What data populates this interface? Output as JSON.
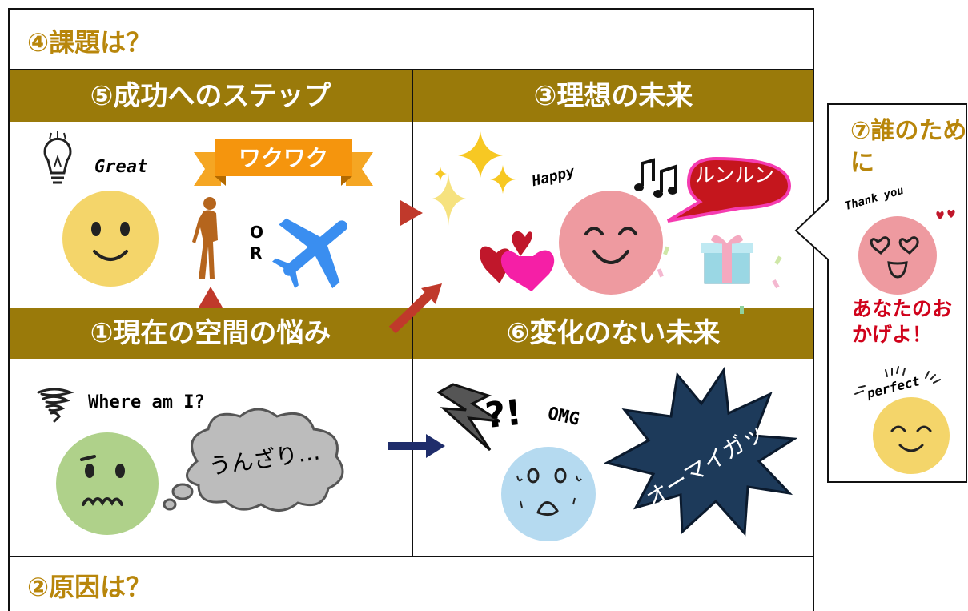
{
  "headings": {
    "issue": "④課題は？",
    "cause": "②原因は？"
  },
  "quadrants": {
    "steps": "⑤成功へのステップ",
    "ideal": "③理想の未来",
    "current": "①現在の空間の悩み",
    "nochange": "⑥変化のない未来"
  },
  "steps_panel": {
    "great": "Great",
    "banner": "ワクワク",
    "or_o": "O",
    "or_r": "R"
  },
  "ideal_panel": {
    "happy": "Happy",
    "bubble": "ルンルン"
  },
  "current_panel": {
    "where": "Where am I?",
    "cloud": "うんざり…"
  },
  "nochange_panel": {
    "exclaim": "?!",
    "omg": "OMG",
    "burst": "オーマイガッ"
  },
  "side_panel": {
    "title": "⑦誰のために",
    "thankyou": "Thank you",
    "message": "あなたのおかげよ！",
    "perfect": "perfect"
  },
  "colors": {
    "header_bg": "#9a7a0a",
    "title_text": "#b8860b",
    "red_arrow": "#c0392b",
    "navy_arrow": "#1f2d6b",
    "message_text": "#d0021b"
  }
}
